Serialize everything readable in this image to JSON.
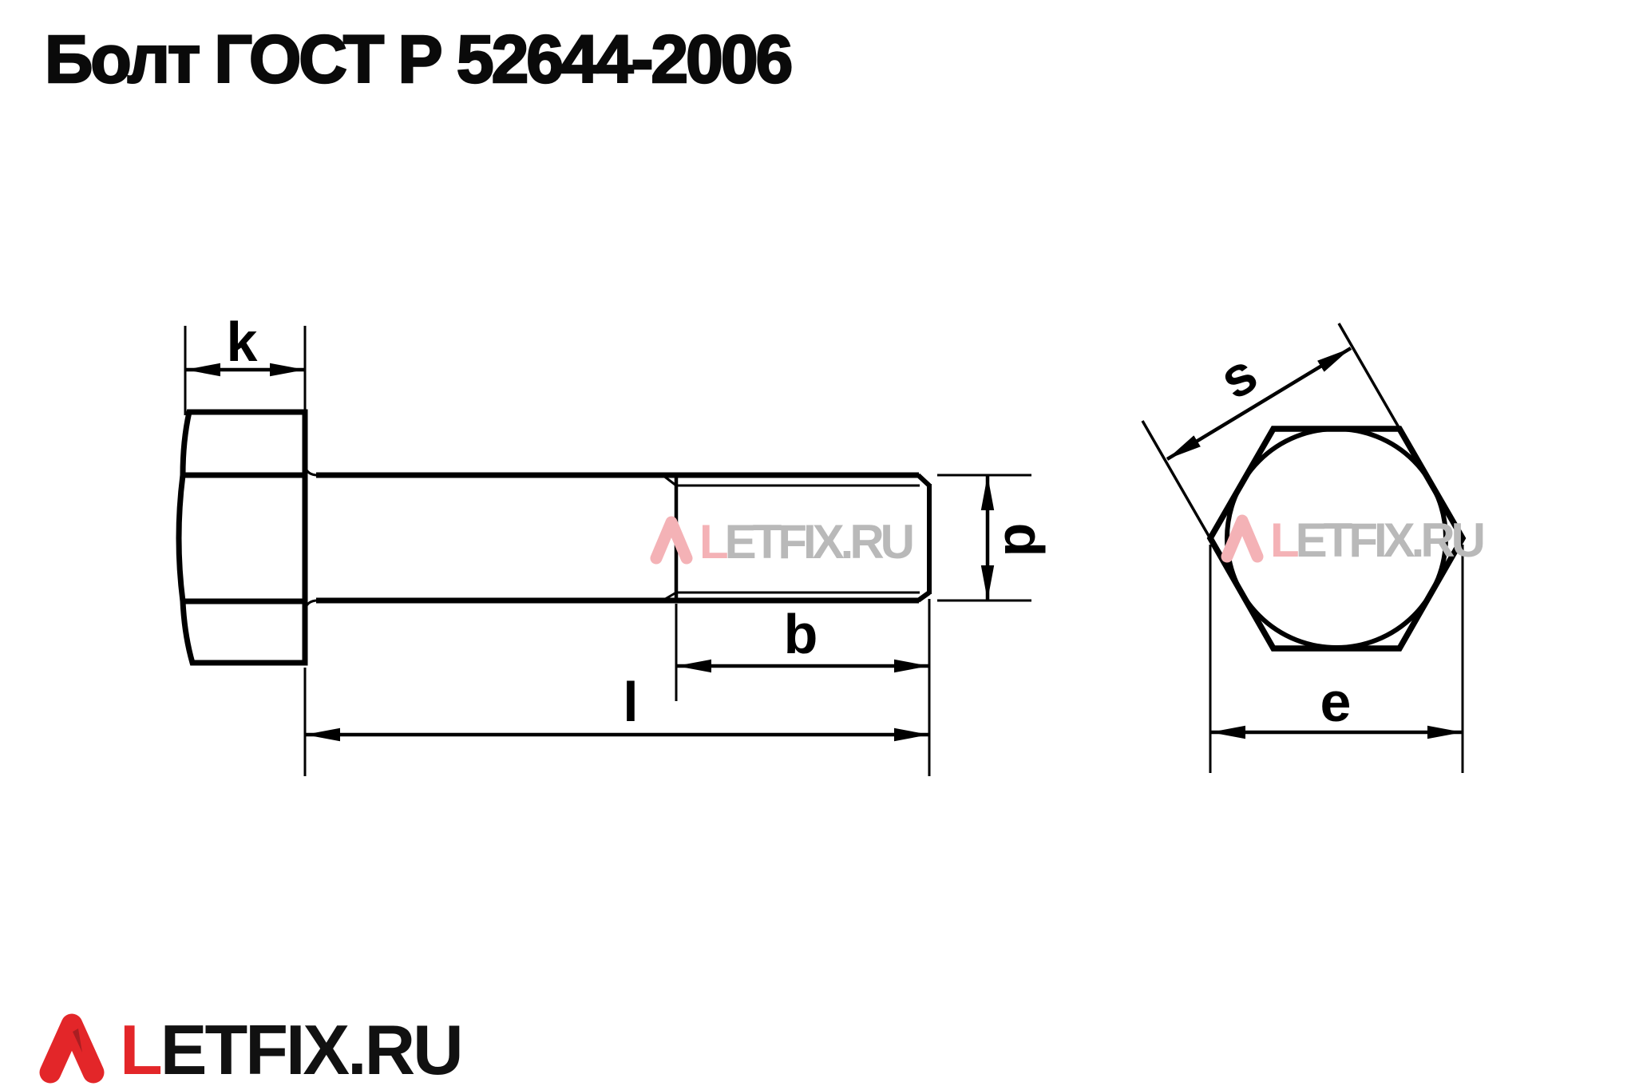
{
  "title": "Болт ГОСТ Р 52644-2006",
  "diagram": {
    "side_view": {
      "description": "hex bolt side view",
      "dimension_labels": {
        "head_height": "k",
        "thread_length": "b",
        "bolt_length": "l",
        "diameter": "d"
      }
    },
    "head_view": {
      "description": "hex head end view with inscribed circle",
      "dimension_labels": {
        "width_across_flats": "s",
        "width_across_corners": "e"
      }
    }
  },
  "watermark": {
    "chevron_icon": "letfix-chevron",
    "prefix": "L",
    "rest": "ETFIX.RU"
  },
  "logo": {
    "chevron_icon": "letfix-chevron",
    "prefix": "L",
    "rest": "ETFIX.RU"
  },
  "colors": {
    "line": "#000000",
    "title": "#0a0a0a",
    "logo_red": "#e32629",
    "logo_red_dark": "#a91e22",
    "watermark_pink": "#f4b2b6",
    "watermark_gray": "#b9b9b9",
    "background": "#ffffff"
  }
}
